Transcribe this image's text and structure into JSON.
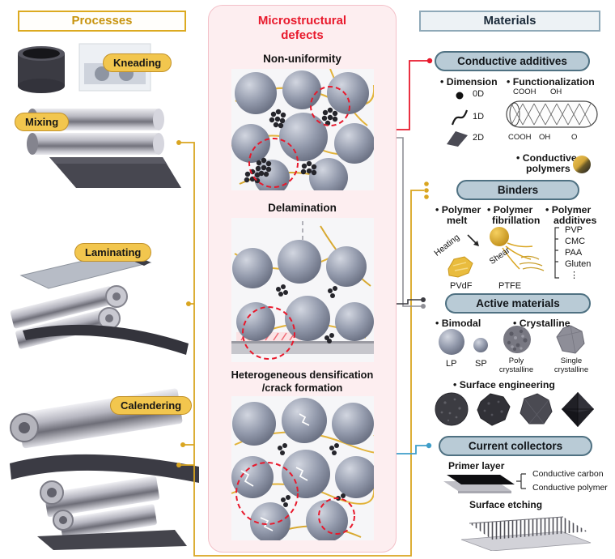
{
  "processes": {
    "header": "Processes",
    "mixing": "Mixing",
    "kneading": "Kneading",
    "laminating": "Laminating",
    "calendering": "Calendering"
  },
  "defects": {
    "title_line1": "Microstructural",
    "title_line2": "defects",
    "nonuniformity": "Non-uniformity",
    "delamination": "Delamination",
    "hetero_line1": "Heterogeneous densification",
    "hetero_line2": "/crack formation"
  },
  "materials": {
    "header": "Materials",
    "conductive_additives": {
      "title": "Conductive additives",
      "dimension_label": "• Dimension",
      "functionalization_label": "• Functionalization",
      "dim0": "0D",
      "dim1": "1D",
      "dim2": "2D",
      "func_top_left": "COOH",
      "func_top_right": "OH",
      "func_bottom_left": "COOH",
      "func_bottom_mid": "OH",
      "func_bottom_right": "O",
      "polymers_line1": "• Conductive",
      "polymers_line2": "polymers"
    },
    "binders": {
      "title": "Binders",
      "col1_line1": "• Polymer",
      "col1_line2": "melt",
      "col2_line1": "• Polymer",
      "col2_line2": "fibrillation",
      "col3_line1": "• Polymer",
      "col3_line2": "additives",
      "heating": "Heating",
      "pvdf": "PVdF",
      "shear": "Shear",
      "ptfe": "PTFE",
      "additives_list": [
        "PVP",
        "CMC",
        "PAA",
        "Gluten"
      ],
      "ellipsis": "⋮"
    },
    "active_materials": {
      "title": "Active materials",
      "bimodal_label": "• Bimodal",
      "crystalline_label": "• Crystalline",
      "lp": "LP",
      "sp": "SP",
      "poly_line1": "Poly",
      "poly_line2": "crystalline",
      "single_line1": "Single",
      "single_line2": "crystalline",
      "surface_label": "• Surface engineering"
    },
    "current_collectors": {
      "title": "Current collectors",
      "primer_label": "Primer layer",
      "bracket_items": [
        "Conductive carbon",
        "Conductive polymer"
      ],
      "etching_label": "Surface etching"
    }
  }
}
